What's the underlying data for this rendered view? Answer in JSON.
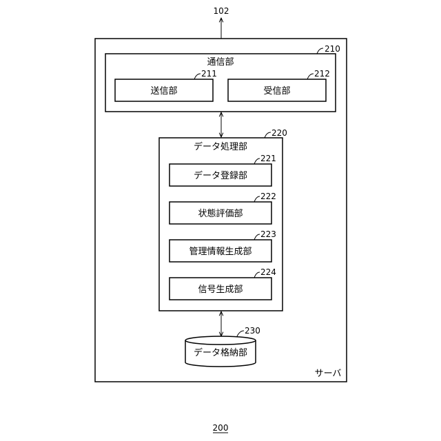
{
  "figure_number": "200",
  "external_link": {
    "ref": "102"
  },
  "server": {
    "label": "サーバ"
  },
  "communication": {
    "label": "通信部",
    "ref": "210",
    "sender": {
      "label": "送信部",
      "ref": "211"
    },
    "receiver": {
      "label": "受信部",
      "ref": "212"
    }
  },
  "data_processing": {
    "label": "データ処理部",
    "ref": "220",
    "modules": [
      {
        "label": "データ登録部",
        "ref": "221"
      },
      {
        "label": "状態評価部",
        "ref": "222"
      },
      {
        "label": "管理情報生成部",
        "ref": "223"
      },
      {
        "label": "信号生成部",
        "ref": "224"
      }
    ]
  },
  "storage": {
    "label": "データ格納部",
    "ref": "230"
  }
}
